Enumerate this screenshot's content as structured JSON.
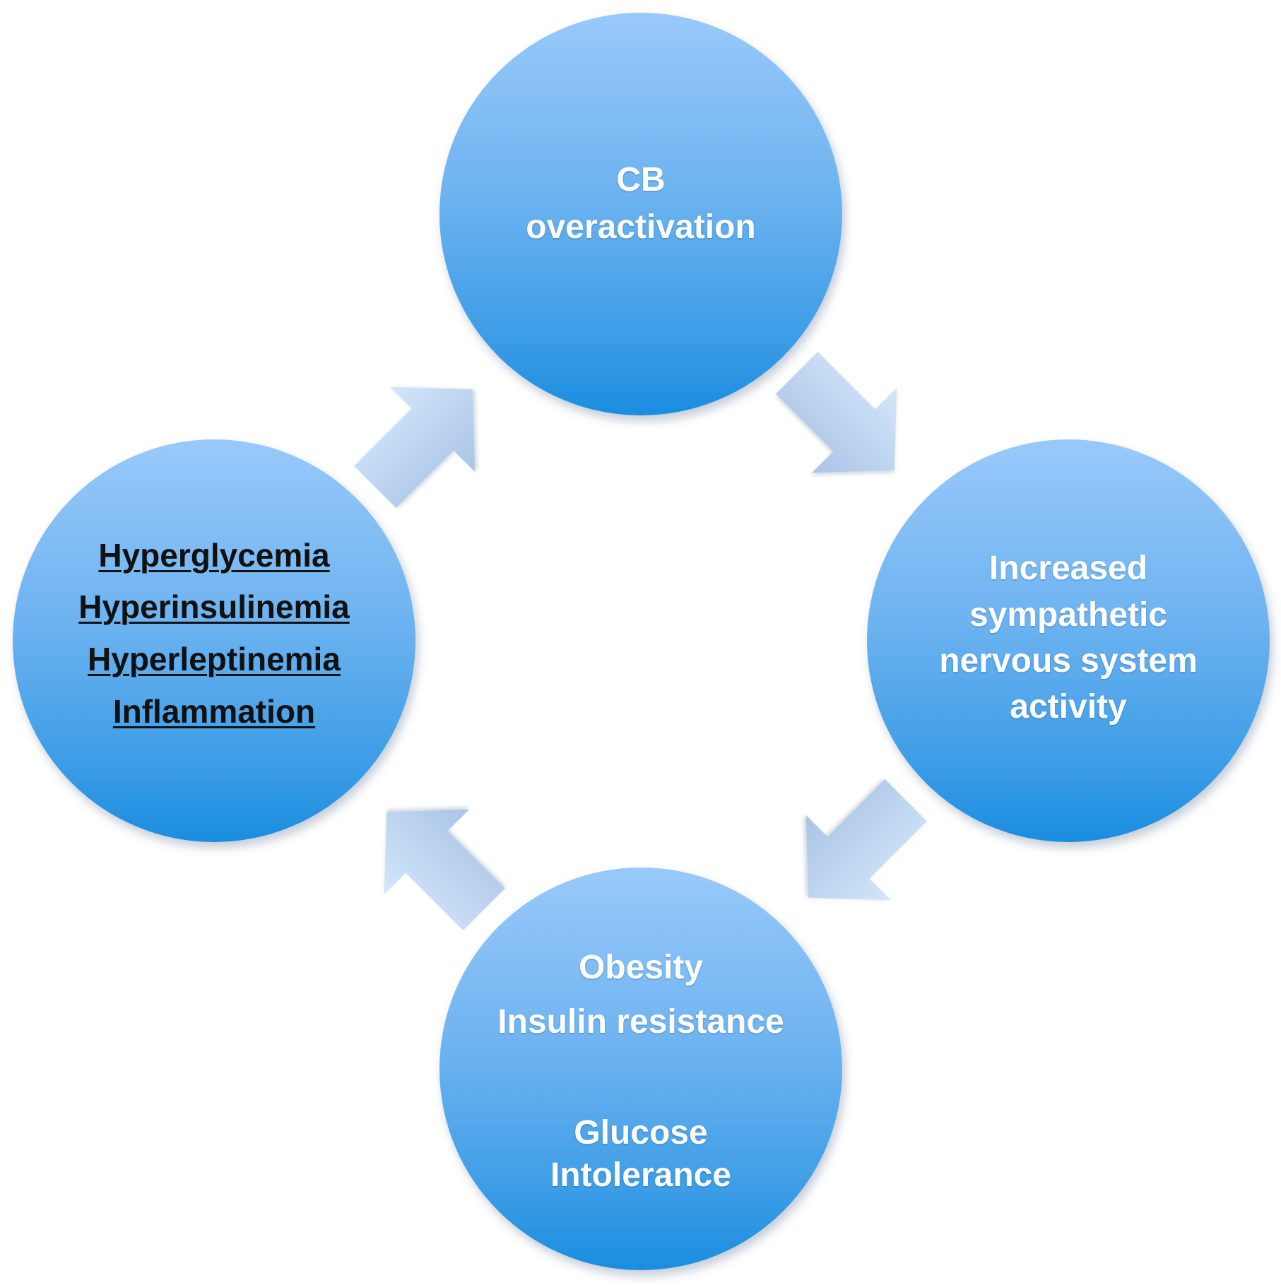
{
  "nodes": {
    "top": {
      "lines": [
        "CB",
        "overactivation"
      ]
    },
    "right": {
      "lines": [
        "Increased",
        "sympathetic",
        "nervous system",
        "activity"
      ]
    },
    "bottom": {
      "lines": [
        "Obesity",
        "Insulin resistance",
        "Glucose",
        "Intolerance"
      ]
    },
    "left": {
      "lines": [
        "Hyperglycemia",
        "Hyperinsulinemia",
        "Hyperleptinemia",
        "Inflammation"
      ]
    }
  },
  "colors": {
    "node_light": "#99c9fa",
    "node_dark": "#1a8de0",
    "arrow_light": "#d3e6fa",
    "arrow_dark": "#a9c4e6",
    "left_text": "#111111",
    "node_text": "#ffffff"
  },
  "arrows": [
    "arrow-top-to-right",
    "arrow-right-to-bottom",
    "arrow-bottom-to-left",
    "arrow-left-to-top"
  ]
}
